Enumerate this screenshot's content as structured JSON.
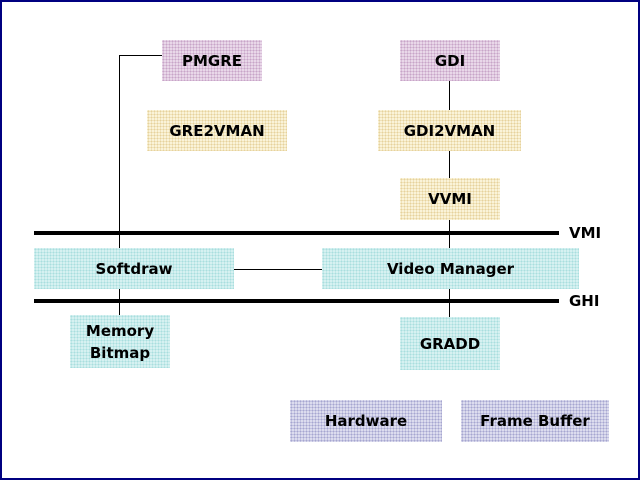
{
  "boxes": {
    "pmgre": "PMGRE",
    "gdi": "GDI",
    "gre2vman": "GRE2VMAN",
    "gdi2vman": "GDI2VMAN",
    "vvmi": "VVMI",
    "softdraw": "Softdraw",
    "video_manager": "Video Manager",
    "memory_bitmap_line1": "Memory",
    "memory_bitmap_line2": "Bitmap",
    "gradd": "GRADD",
    "hardware": "Hardware",
    "frame_buffer": "Frame Buffer"
  },
  "bars": {
    "vmi": "VMI",
    "ghi": "GHI"
  },
  "colors": {
    "border": "#000080",
    "pink_fill": "#e9d7e9",
    "yellow_fill": "#faf3d8",
    "cyan_fill": "#d6f1f1",
    "purple_fill": "#dcdcee"
  }
}
